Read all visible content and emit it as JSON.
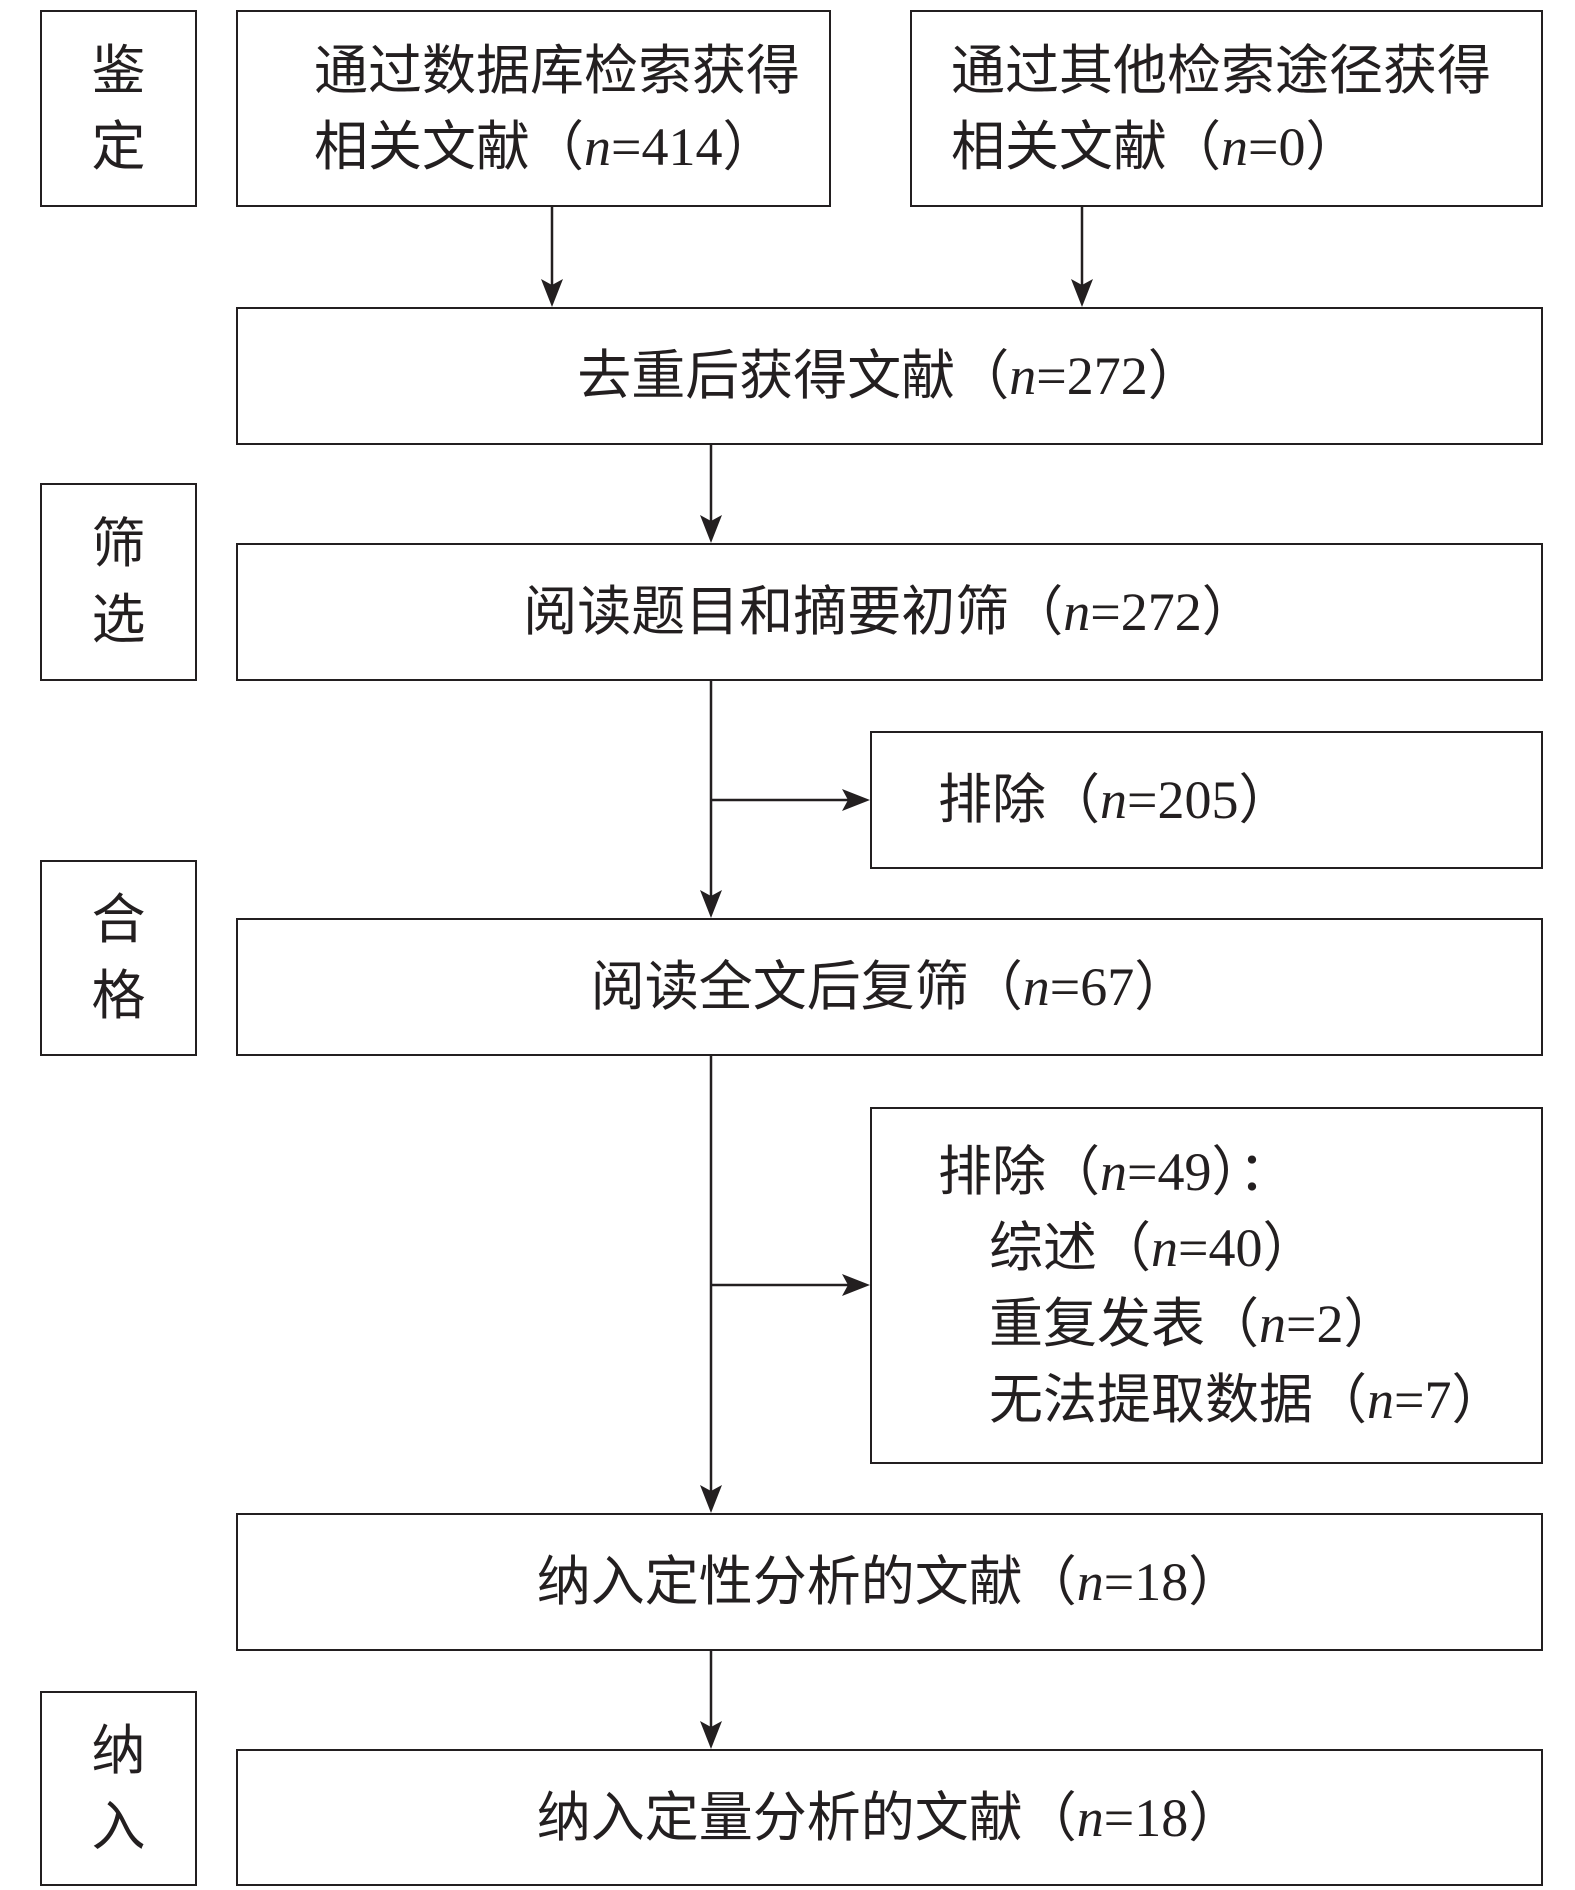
{
  "stages": {
    "identification": "鉴定",
    "screening": "筛选",
    "eligibility": "合格",
    "included": "纳入"
  },
  "boxes": {
    "database_search": {
      "line1": "通过数据库检索获得",
      "line2": {
        "pre": "相关文献（",
        "var": "n",
        "post": "=414）"
      }
    },
    "other_sources": {
      "line1": "通过其他检索途径获得",
      "line2": {
        "pre": "相关文献（",
        "var": "n",
        "post": "=0）"
      }
    },
    "deduplicated": {
      "pre": "去重后获得文献（",
      "var": "n",
      "post": "=272）"
    },
    "title_abstract_screen": {
      "pre": "阅读题目和摘要初筛（",
      "var": "n",
      "post": "=272）"
    },
    "excluded_screen": {
      "pre": "排除（",
      "var": "n",
      "post": "=205）"
    },
    "full_text_review": {
      "pre": "阅读全文后复筛（",
      "var": "n",
      "post": "=67）"
    },
    "excluded_full_text": {
      "heading": {
        "pre": "排除（",
        "var": "n",
        "post": "=49）："
      },
      "reasons": [
        {
          "pre": "综述（",
          "var": "n",
          "post": "=40）"
        },
        {
          "pre": "重复发表（",
          "var": "n",
          "post": "=2）"
        },
        {
          "pre": "无法提取数据（",
          "var": "n",
          "post": "=7）"
        }
      ]
    },
    "qualitative": {
      "pre": "纳入定性分析的文献（",
      "var": "n",
      "post": "=18）"
    },
    "quantitative": {
      "pre": "纳入定量分析的文献（",
      "var": "n",
      "post": "=18）"
    }
  }
}
